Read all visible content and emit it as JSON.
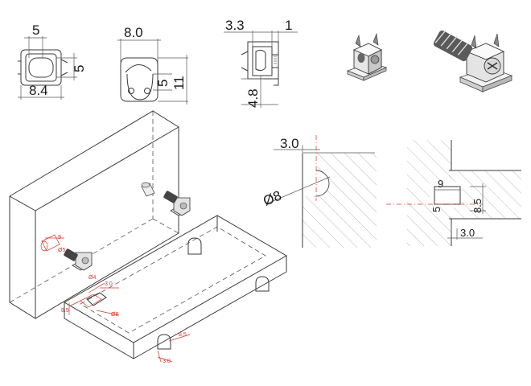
{
  "top_views": {
    "front": {
      "width_top": "5",
      "height_right": "5",
      "width_bottom": "8.4"
    },
    "side": {
      "width_top": "8.0",
      "inner": "5",
      "height_right": "11"
    },
    "edge": {
      "width_top": "3.3",
      "thick": "1",
      "height_left": "4.8"
    }
  },
  "sections": {
    "hole": {
      "offset": "3.0",
      "diameter": "Ø8"
    },
    "joint": {
      "depth": "9",
      "height": "8.5",
      "small": "5",
      "offset": "3.0"
    }
  },
  "assembly_labels": {
    "pin_9": "9",
    "pin_d": "Ø5",
    "hole_d4": "Ø4",
    "top_3": "3.0",
    "left_85": "8.5",
    "d8": "Ø8",
    "right_85": "8.5",
    "bottom_3": "3.0"
  }
}
